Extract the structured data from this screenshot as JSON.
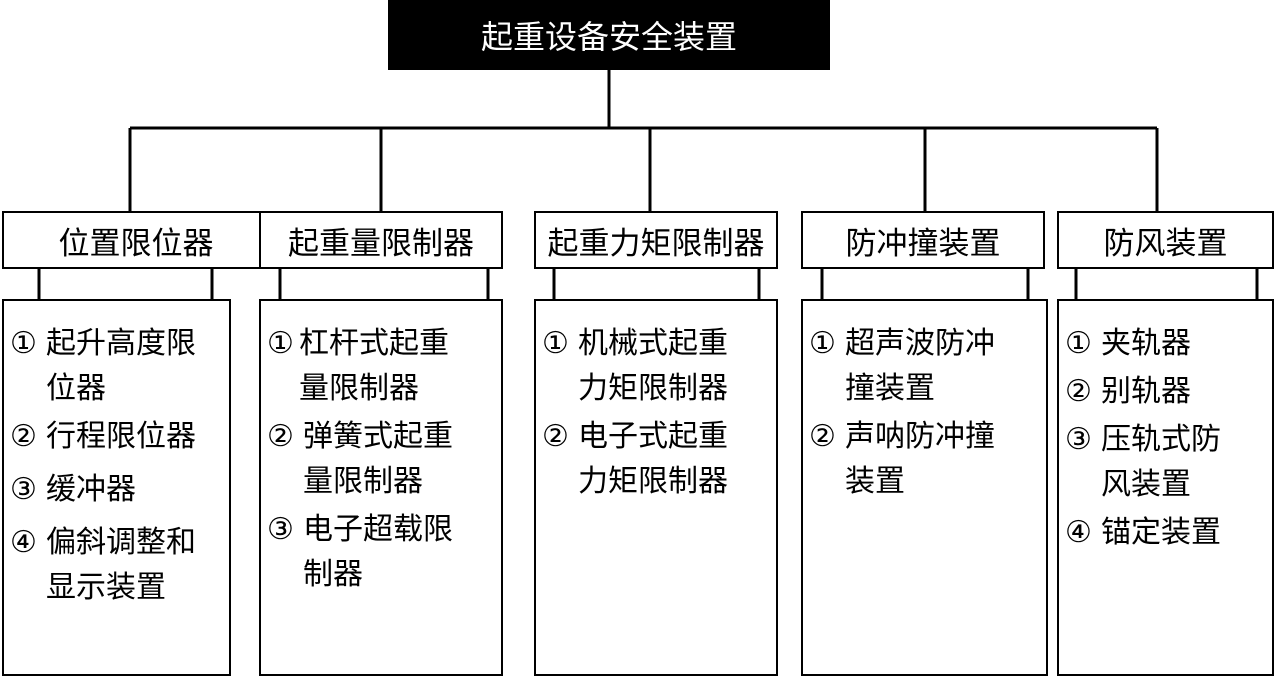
{
  "root": {
    "label": "起重设备安全装置"
  },
  "categories": [
    {
      "label": "位置限位器",
      "items": [
        {
          "num": "①",
          "text": "起升高度限\n位器"
        },
        {
          "num": "②",
          "text": "行程限位器"
        },
        {
          "num": "③",
          "text": "缓冲器"
        },
        {
          "num": "④",
          "text": "偏斜调整和\n显示装置"
        }
      ]
    },
    {
      "label": "起重量限制器",
      "items": [
        {
          "num": "①",
          "text": "杠杆式起重\n量限制器"
        },
        {
          "num": "②",
          "text": "弹簧式起重\n量限制器"
        },
        {
          "num": "③",
          "text": "电子超载限\n制器"
        }
      ]
    },
    {
      "label": "起重力矩限制器",
      "items": [
        {
          "num": "①",
          "text": "机械式起重\n力矩限制器"
        },
        {
          "num": "②",
          "text": "电子式起重\n力矩限制器"
        }
      ]
    },
    {
      "label": "防冲撞装置",
      "items": [
        {
          "num": "①",
          "text": "超声波防冲\n撞装置"
        },
        {
          "num": "②",
          "text": "声呐防冲撞\n装置"
        }
      ]
    },
    {
      "label": "防风装置",
      "items": [
        {
          "num": "①",
          "text": "夹轨器"
        },
        {
          "num": "②",
          "text": "别轨器"
        },
        {
          "num": "③",
          "text": "压轨式防\n风装置"
        },
        {
          "num": "④",
          "text": "锚定装置"
        }
      ]
    }
  ]
}
